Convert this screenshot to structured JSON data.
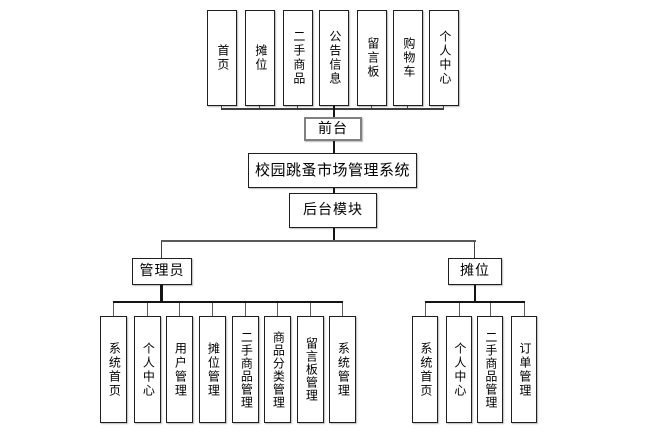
{
  "diagram": {
    "title": "校园跳蚤市场管理系统",
    "front": {
      "label": "前台",
      "items": [
        "首页",
        "摊位",
        "二手商品",
        "公告信息",
        "留言板",
        "购物车",
        "个人中心"
      ]
    },
    "backend": {
      "label": "后台模块",
      "roles": [
        {
          "label": "管理员",
          "children": [
            "系统首页",
            "个人中心",
            "用户管理",
            "摊位管理",
            "二手商品管理",
            "商品分类管理",
            "留言板管理",
            "系统管理"
          ]
        },
        {
          "label": "摊位",
          "children": [
            "系统首页",
            "个人中心",
            "二手商品管理",
            "订单管理"
          ]
        }
      ]
    },
    "colors": {
      "line": "#3f3f3f",
      "box_border": "#1f1f1f",
      "front_box_border": "#808080",
      "background": "#ffffff",
      "text": "#000000"
    }
  }
}
